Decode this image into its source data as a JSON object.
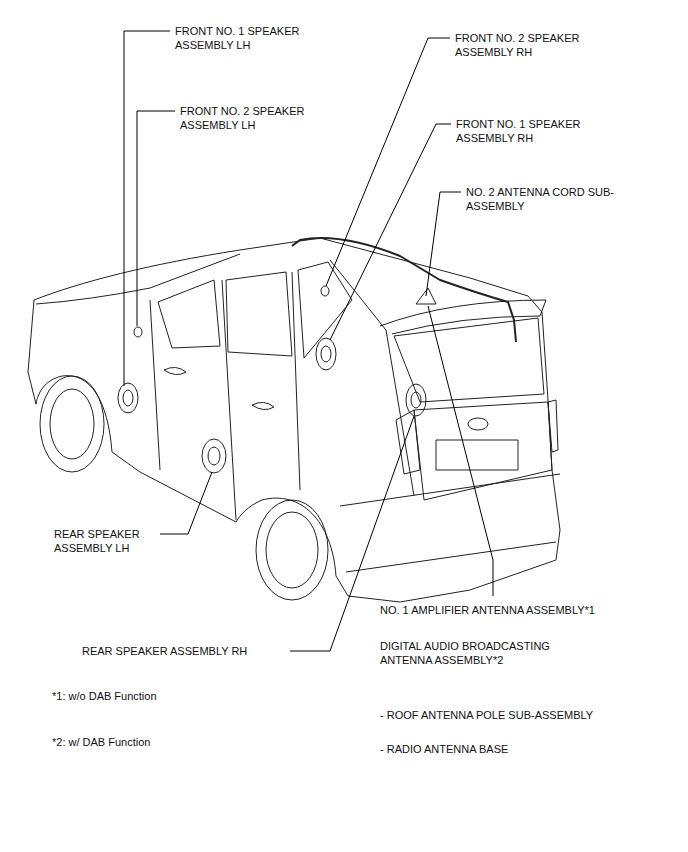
{
  "diagram": {
    "labels": [
      "FRONT NO. 1 SPEAKER ASSEMBLY LH",
      "FRONT NO. 2 SPEAKER ASSEMBLY LH",
      "FRONT NO. 2 SPEAKER ASSEMBLY RH",
      "FRONT NO. 1 SPEAKER ASSEMBLY RH",
      "NO. 2 ANTENNA CORD SUB-ASSEMBLY",
      "REAR SPEAKER ASSEMBLY LH",
      "REAR SPEAKER ASSEMBLY RH",
      "NO. 1 AMPLIFIER ANTENNA ASSEMBLY*1",
      "DIGITAL AUDIO BROADCASTING ANTENNA ASSEMBLY*2",
      "- ROOF ANTENNA POLE SUB-ASSEMBLY",
      "- RADIO ANTENNA BASE",
      "*1: w/o DAB Function",
      "*2: w/ DAB Function"
    ]
  }
}
